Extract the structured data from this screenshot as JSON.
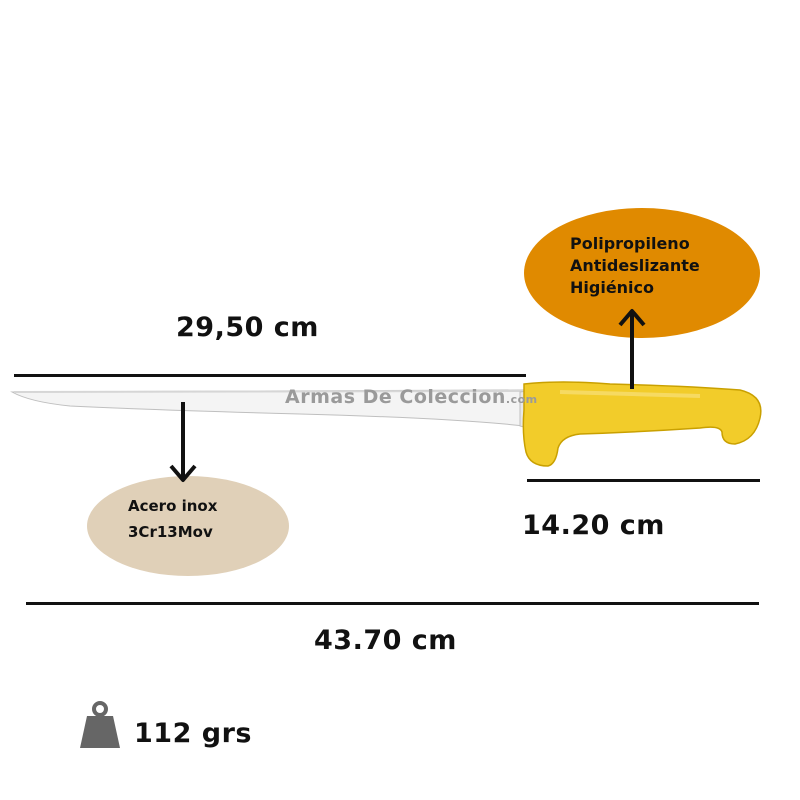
{
  "dimensions": {
    "blade_length": "29,50 cm",
    "handle_length": "14.20 cm",
    "total_length": "43.70 cm"
  },
  "materials": {
    "handle_line1": "Polipropileno",
    "handle_line2": "Antideslizante",
    "handle_line3": "Higiénico",
    "blade_line1": "Acero inox",
    "blade_line2": "3Cr13Mov"
  },
  "weight": {
    "label": "112 grs",
    "icon": "weight-icon"
  },
  "watermark": {
    "text": "Armas  De  Coleccion",
    "suffix": ".com"
  },
  "colors": {
    "handle_yellow": "#f2cc2a",
    "handle_oval": "#e08a00",
    "blade_oval": "#e0d0b8",
    "text": "#111111"
  }
}
